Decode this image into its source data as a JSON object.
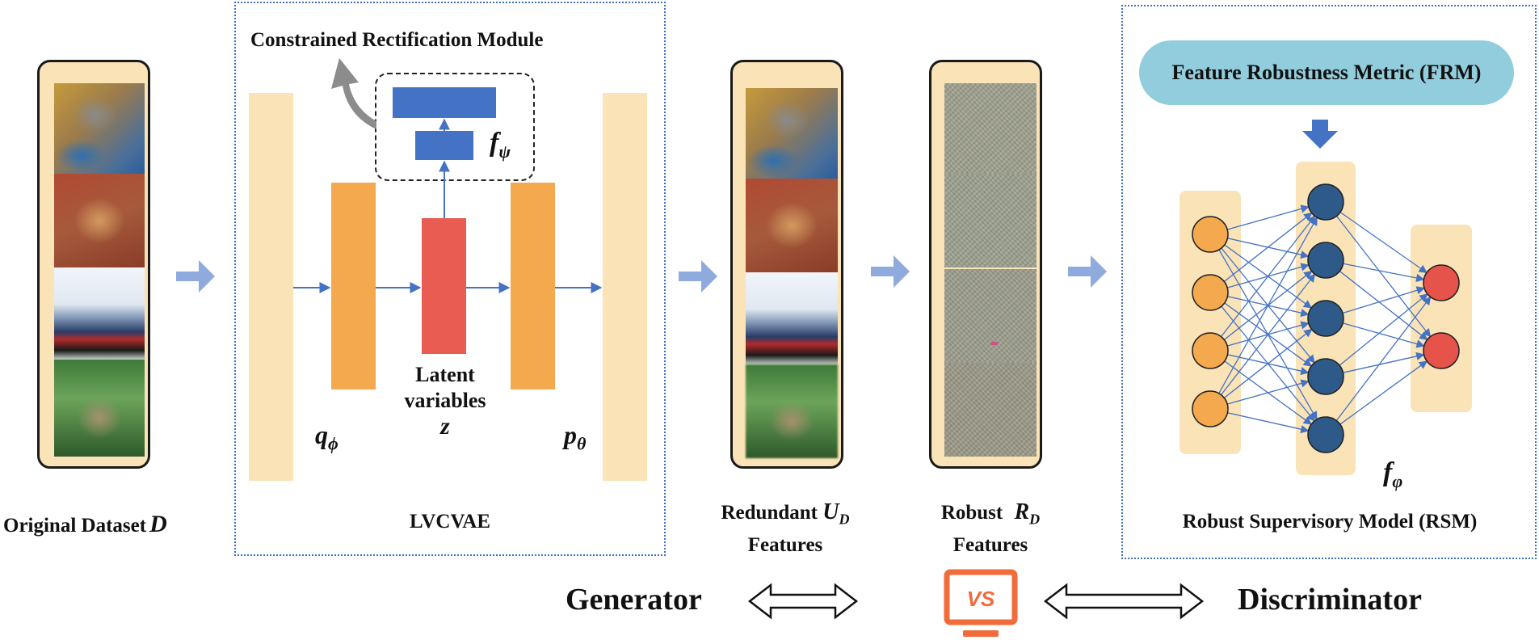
{
  "labels": {
    "original_dataset": "Original Dataset",
    "original_dataset_symbol": "D",
    "lvcvae": "LVCVAE",
    "crm": "Constrained Rectification Module",
    "f_psi": "f",
    "f_psi_sub": "ψ",
    "q_phi": "q",
    "q_phi_sub": "ϕ",
    "p_theta": "p",
    "p_theta_sub": "θ",
    "latent_line1": "Latent",
    "latent_line2": "variables",
    "latent_symbol": "z",
    "redundant_line1": "Redundant",
    "redundant_line2": "Features",
    "redundant_symbol": "U",
    "redundant_sub": "D",
    "robust_line1": "Robust",
    "robust_line2": "Features",
    "robust_symbol": "R",
    "robust_sub": "D",
    "frm": "Feature Robustness Metric (FRM)",
    "f_varphi": "f",
    "f_varphi_sub": "φ",
    "rsm": "Robust Supervisory Model (RSM)",
    "generator": "Generator",
    "discriminator": "Discriminator",
    "vs": "VS"
  },
  "colors": {
    "beige": "#fae3b6",
    "orange_block": "#f4a94e",
    "red_block": "#e85c52",
    "blue_block": "#4472c4",
    "arrow_blue": "#8faadc",
    "node_orange": "#f4a94e",
    "node_blue": "#2e5a8a",
    "node_red": "#e5534b",
    "frm_fill": "#92cddd",
    "vs_orange": "#f26b3a"
  },
  "image_stacks": {
    "original": [
      "cat",
      "toad",
      "ship",
      "frog"
    ],
    "redundant": [
      "cat",
      "toad",
      "ship",
      "frog"
    ],
    "robust": [
      "noise",
      "noise",
      "noise",
      "noise"
    ]
  },
  "network": {
    "input_nodes": 4,
    "hidden_nodes": 5,
    "output_nodes": 2
  }
}
